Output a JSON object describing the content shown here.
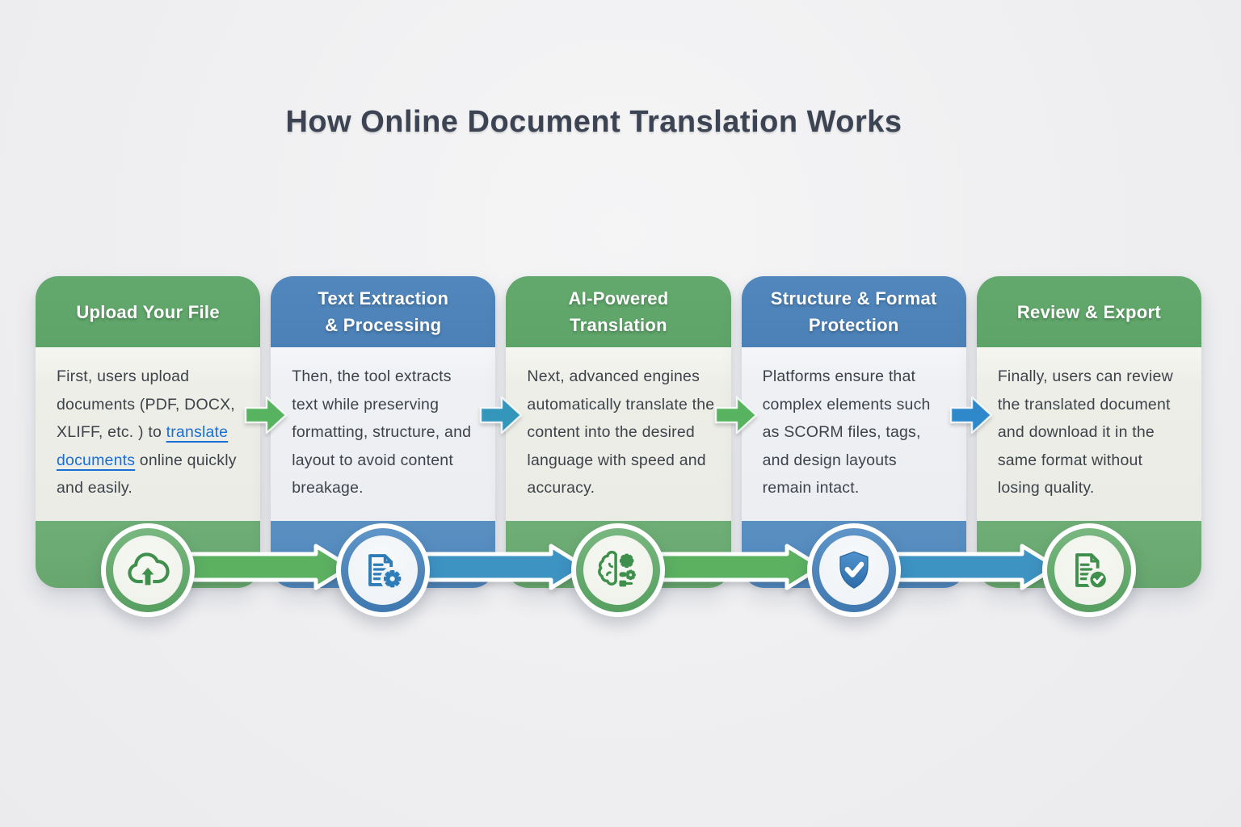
{
  "page": {
    "title": "How Online Document Translation Works"
  },
  "colors": {
    "background": "#F0F0F1",
    "title_text": "#3C4454",
    "body_text": "#3E434B",
    "link": "#1A6FD4",
    "green_header": "#5EA468",
    "green_band": "#67A76E",
    "blue_header": "#4B81B7",
    "blue_band": "#4E86BB",
    "green_arrow": "#57B35F",
    "teal_arrow": "#3596BC",
    "blue_arrow": "#2F88C9",
    "big_green_arrow": "#5CB161",
    "big_blue_arrow": "#3D93C2"
  },
  "steps": [
    {
      "theme": "green",
      "title_line1": "Upload Your File",
      "title_line2": "",
      "body_pre": "First, users upload documents (PDF, DOCX, XLIFF, etc. ) to ",
      "link_text": "translate documents",
      "body_post": " online quickly and easily.",
      "icon": "cloud-upload-icon"
    },
    {
      "theme": "blue",
      "title_line1": "Text Extraction",
      "title_line2": "& Processing",
      "body": "Then, the tool extracts text while preserving formatting, structure, and layout to avoid content breakage.",
      "icon": "document-gear-icon"
    },
    {
      "theme": "green",
      "title_line1": "AI-Powered",
      "title_line2": "Translation",
      "body": "Next, advanced engines automatically translate the content into the desired language with speed and accuracy.",
      "icon": "ai-brain-gears-icon"
    },
    {
      "theme": "blue",
      "title_line1": "Structure & Format",
      "title_line2": "Protection",
      "body": "Platforms ensure that complex elements such as SCORM files, tags, and design layouts remain intact.",
      "icon": "shield-check-icon"
    },
    {
      "theme": "green",
      "title_line1": "Review & Export",
      "title_line2": "",
      "body": "Finally, users can review the translated document and download it in the same format without losing quality.",
      "icon": "document-check-icon"
    }
  ],
  "arrows": {
    "between_cards": [
      "green",
      "teal",
      "green",
      "blue"
    ],
    "between_icons": [
      "green",
      "blue",
      "green",
      "blue"
    ]
  }
}
